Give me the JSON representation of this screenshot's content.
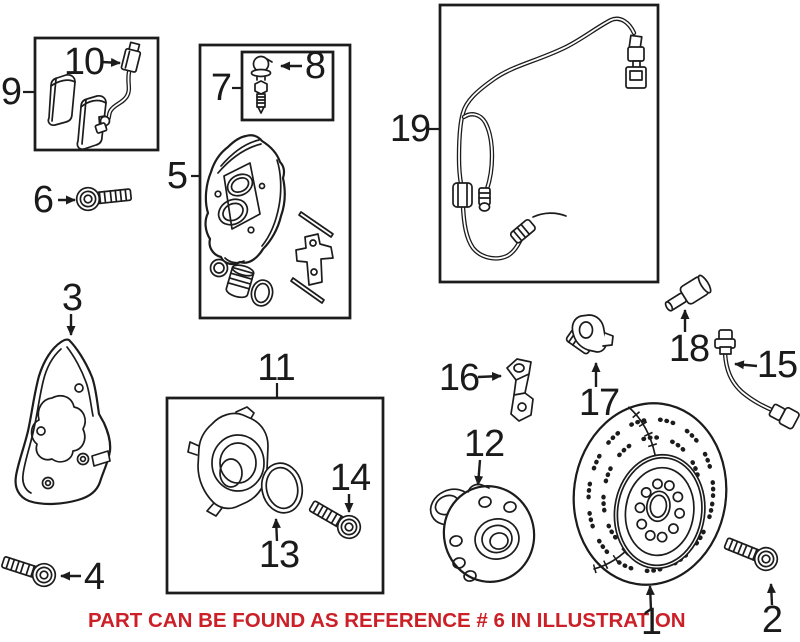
{
  "figure": {
    "background": "#ffffff",
    "line_color": "#1c1c1c",
    "callouts": {
      "c1": "1",
      "c2": "2",
      "c3": "3",
      "c4": "4",
      "c5": "5",
      "c6": "6",
      "c7": "7",
      "c8": "8",
      "c9": "9",
      "c10": "10",
      "c11": "11",
      "c12": "12",
      "c13": "13",
      "c14": "14",
      "c15": "15",
      "c16": "16",
      "c17": "17",
      "c18": "18",
      "c19": "19"
    },
    "caption": {
      "text": "PART CAN BE FOUND AS REFERENCE # 6 IN ILLUSTRATION",
      "color": "#cb2027"
    }
  }
}
